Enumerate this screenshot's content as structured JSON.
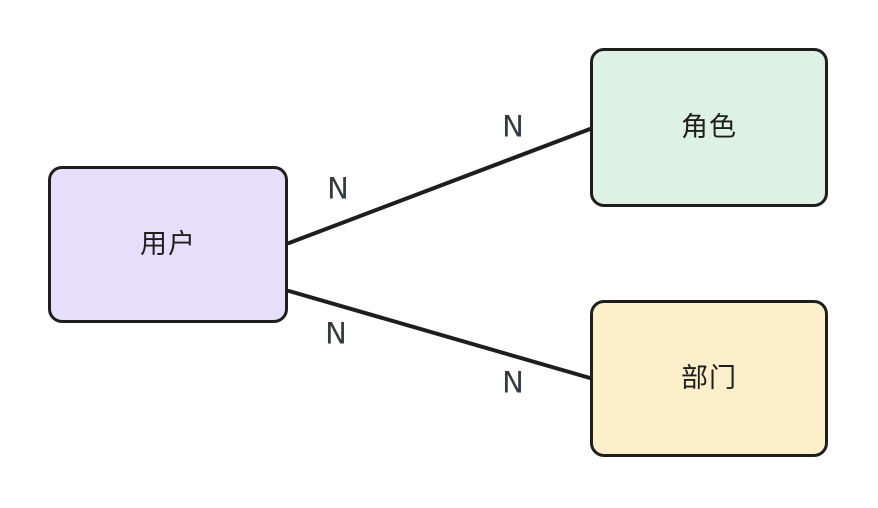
{
  "diagram": {
    "background": "#ffffff",
    "stroke_color": "#1e1e1e",
    "cardinality_color": "#343a40",
    "nodes": [
      {
        "id": "user",
        "label": "用户",
        "fill": "#e7dffa"
      },
      {
        "id": "role",
        "label": "角色",
        "fill": "#ddf2e4"
      },
      {
        "id": "department",
        "label": "部门",
        "fill": "#fcf0cb"
      }
    ],
    "edges": [
      {
        "from": "user",
        "to": "role",
        "source_cardinality": "N",
        "target_cardinality": "N"
      },
      {
        "from": "user",
        "to": "department",
        "source_cardinality": "N",
        "target_cardinality": "N"
      }
    ]
  }
}
